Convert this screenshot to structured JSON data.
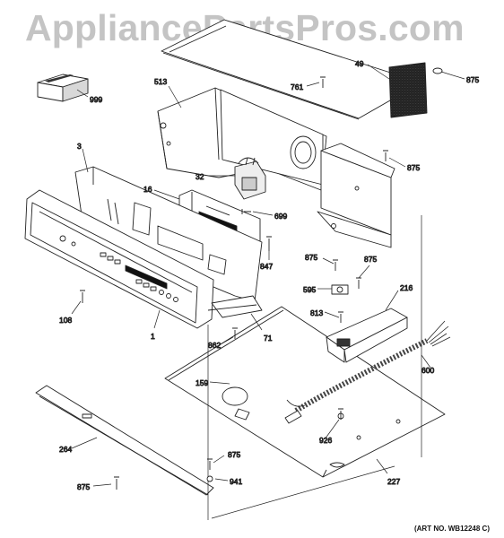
{
  "watermark": "AppliancePartsPros.com",
  "art_number": "(ART NO. WB12248 C)",
  "callouts": [
    {
      "id": "999",
      "label": "999"
    },
    {
      "id": "513",
      "label": "513"
    },
    {
      "id": "3",
      "label": "3"
    },
    {
      "id": "32",
      "label": "32"
    },
    {
      "id": "16",
      "label": "16"
    },
    {
      "id": "699",
      "label": "699"
    },
    {
      "id": "847",
      "label": "847"
    },
    {
      "id": "761",
      "label": "761"
    },
    {
      "id": "49",
      "label": "49"
    },
    {
      "id": "875a",
      "label": "875"
    },
    {
      "id": "875b",
      "label": "875"
    },
    {
      "id": "875c",
      "label": "875"
    },
    {
      "id": "875d",
      "label": "875"
    },
    {
      "id": "875e",
      "label": "875"
    },
    {
      "id": "875f",
      "label": "875"
    },
    {
      "id": "595",
      "label": "595"
    },
    {
      "id": "216",
      "label": "216"
    },
    {
      "id": "813",
      "label": "813"
    },
    {
      "id": "108",
      "label": "108"
    },
    {
      "id": "1",
      "label": "1"
    },
    {
      "id": "862",
      "label": "862"
    },
    {
      "id": "71",
      "label": "71"
    },
    {
      "id": "600",
      "label": "600"
    },
    {
      "id": "159",
      "label": "159"
    },
    {
      "id": "926",
      "label": "926"
    },
    {
      "id": "264",
      "label": "264"
    },
    {
      "id": "941",
      "label": "941"
    },
    {
      "id": "227",
      "label": "227"
    }
  ]
}
